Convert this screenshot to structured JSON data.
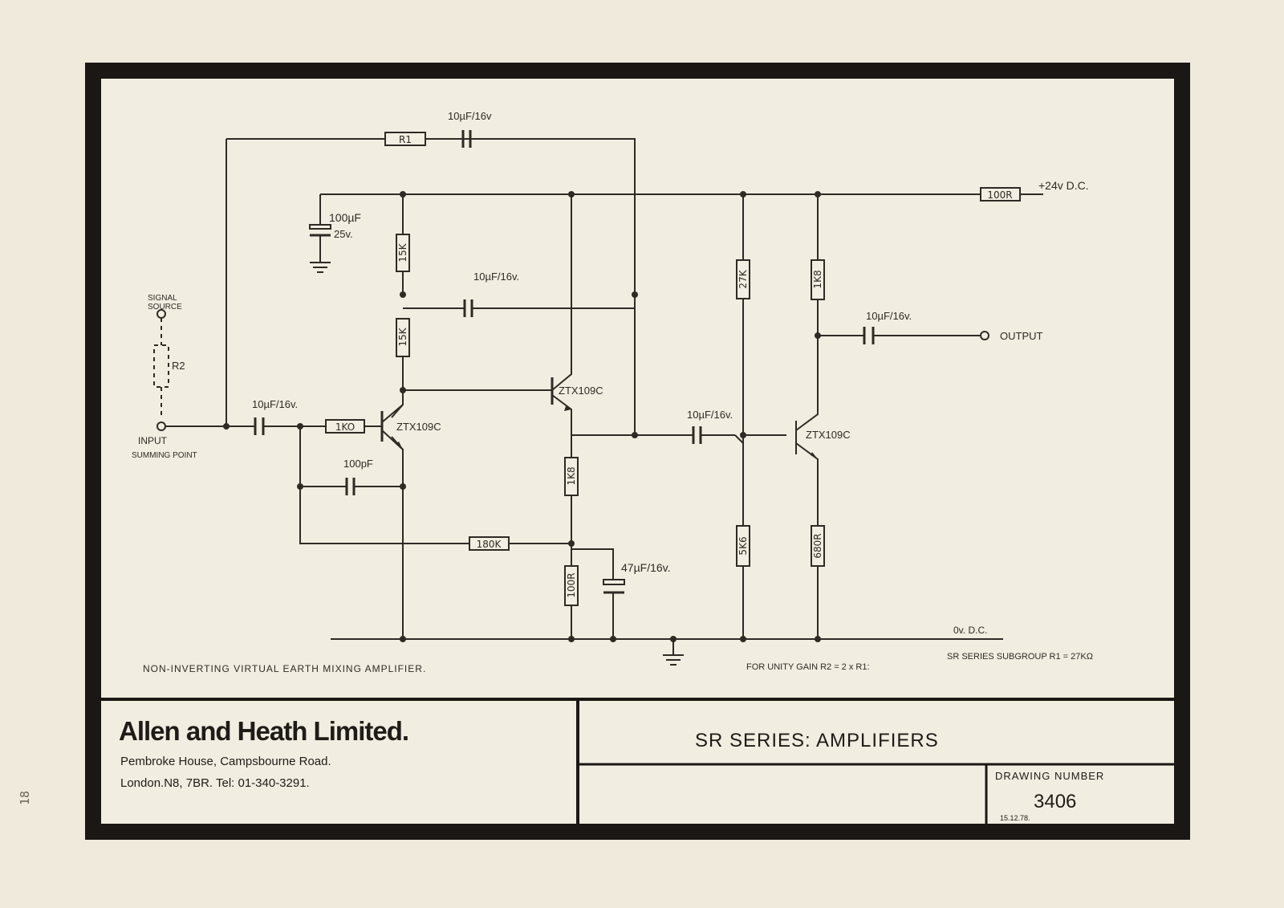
{
  "page_number": "18",
  "schematic": {
    "components": {
      "r1": "R1",
      "r2": "R2",
      "r_supply": "100R",
      "r_15k_top": "15K",
      "r_15k_bottom": "15K",
      "r_1k0": "1KO",
      "r_1k8_mid": "1K8",
      "r_180k": "180K",
      "r_100r_bottom": "100R",
      "r_27k": "27K",
      "r_5k6": "5K6",
      "r_1k8_right": "1K8",
      "r_680r": "680R",
      "c_feedback": "10µF/16v",
      "c_decouple_value": "100µF",
      "c_decouple_voltage": "25v.",
      "c_mid": "10µF/16v.",
      "c_input": "10µF/16v.",
      "c_100pf": "100pF",
      "c_bypass": "47µF/16v.",
      "c_coupling": "10µF/16v.",
      "c_output": "10µF/16v.",
      "q1": "ZTX109C",
      "q2": "ZTX109C",
      "q3": "ZTX109C"
    },
    "labels": {
      "signal_source_line1": "SIGNAL",
      "signal_source_line2": "SOURCE",
      "input_line1": "INPUT",
      "input_line2": "SUMMING POINT",
      "supply": "+24v D.C.",
      "output": "OUTPUT",
      "ground_rail": "0v. D.C.",
      "caption": "NON-INVERTING VIRTUAL EARTH MIXING AMPLIFIER.",
      "unity_gain": "FOR UNITY GAIN  R2 = 2 x R1:",
      "subgroup": "SR SERIES SUBGROUP  R1 = 27KΩ"
    }
  },
  "title_block": {
    "company": "Allen and Heath Limited.",
    "address_line1": "Pembroke House, Campsbourne Road.",
    "address_line2": "London.N8, 7BR. Tel: 01-340-3291.",
    "title": "SR SERIES:  AMPLIFIERS",
    "drawing_number_label": "DRAWING NUMBER",
    "drawing_number": "3406",
    "date": "15.12.78."
  }
}
